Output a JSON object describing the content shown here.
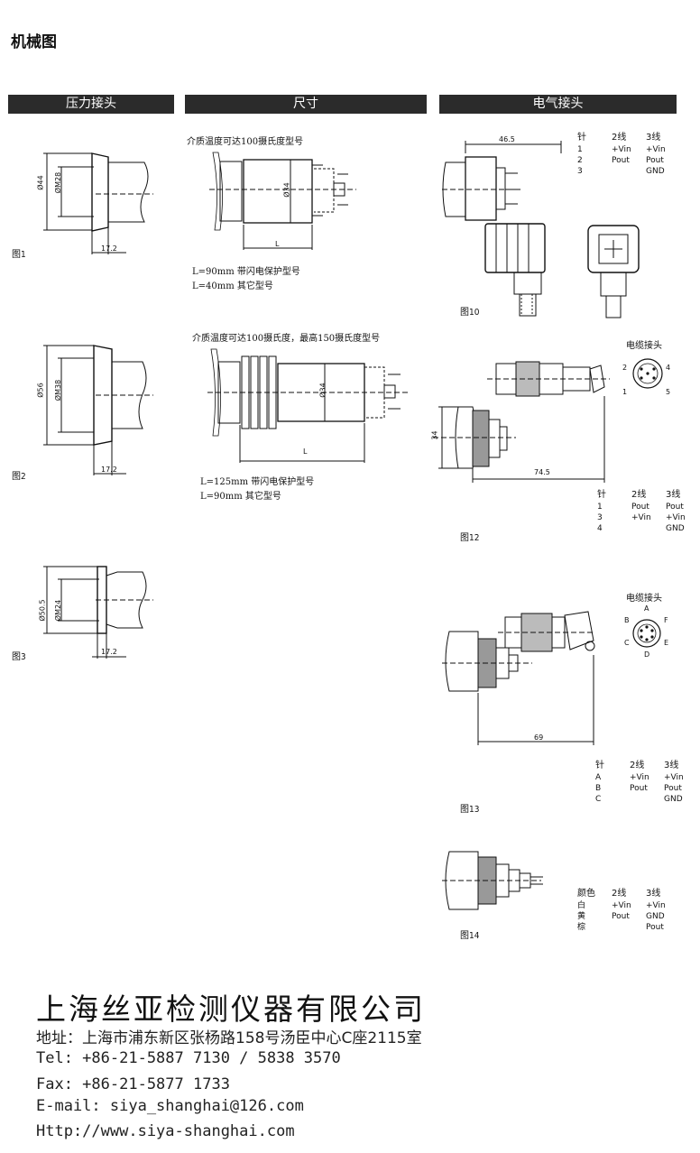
{
  "title": "机械图",
  "headers": {
    "pressure": "压力接头",
    "size": "尺寸",
    "electrical": "电气接头"
  },
  "figures": {
    "fig1": "图1",
    "fig2": "图2",
    "fig3": "图3",
    "fig10": "图10",
    "fig12": "图12",
    "fig13": "图13",
    "fig14": "图14"
  },
  "dims": {
    "f1_outer": "Ø44",
    "f1_inner": "ØM28",
    "f1_len": "17.2",
    "f2_outer": "Ø56",
    "f2_inner": "ØM38",
    "f2_len": "17.2",
    "f3_outer": "Ø50.5",
    "f3_inner": "ØM24",
    "f3_len": "17.2",
    "s1_dia": "Ø34",
    "s1_len": "L",
    "s2_dia": "Ø34",
    "s2_len": "L",
    "e10_w": "46.5",
    "e12_h": "34",
    "e12_w": "74.5",
    "e13_w": "69"
  },
  "size_notes": {
    "n1_title": "介质温度可达100摄氏度型号",
    "n1_l1": "L=90mm  带闪电保护型号",
    "n1_l2": "L=40mm  其它型号",
    "n2_title": "介质温度可达100摄氏度，最高150摄氏度型号",
    "n2_l1": "L=125mm  带闪电保护型号",
    "n2_l2": "L=90mm  其它型号"
  },
  "cable_label": "电缆接头",
  "pin_labels_12": [
    "2",
    "4",
    "1",
    "5"
  ],
  "pin_labels_13": [
    "A",
    "B",
    "F",
    "C",
    "E",
    "D"
  ],
  "table10": {
    "header": [
      "针",
      "2线",
      "3线"
    ],
    "rows": [
      [
        "1",
        "+Vin",
        "+Vin"
      ],
      [
        "2",
        "Pout",
        "Pout"
      ],
      [
        "3",
        "",
        "GND"
      ]
    ]
  },
  "table12": {
    "header": [
      "针",
      "2线",
      "3线"
    ],
    "rows": [
      [
        "1",
        "Pout",
        "Pout"
      ],
      [
        "3",
        "+Vin",
        "+Vin"
      ],
      [
        "4",
        "",
        "GND"
      ]
    ]
  },
  "table13": {
    "header": [
      "针",
      "2线",
      "3线"
    ],
    "rows": [
      [
        "A",
        "+Vin",
        "+Vin"
      ],
      [
        "B",
        "Pout",
        "Pout"
      ],
      [
        "C",
        "",
        "GND"
      ]
    ]
  },
  "table14": {
    "header": [
      "颜色",
      "2线",
      "3线"
    ],
    "rows": [
      [
        "白",
        "+Vin",
        "+Vin"
      ],
      [
        "黄",
        "Pout",
        "GND"
      ],
      [
        "棕",
        "",
        "Pout"
      ]
    ]
  },
  "company": {
    "name": "上海丝亚检测仪器有限公司",
    "address": "地址：上海市浦东新区张杨路158号汤臣中心C座2115室",
    "tel": "Tel: +86-21-5887 7130 / 5838 3570",
    "fax": "Fax: +86-21-5877 1733",
    "email": "E-mail: siya_shanghai@126.com",
    "web": "Http://www.siya-shanghai.com"
  }
}
